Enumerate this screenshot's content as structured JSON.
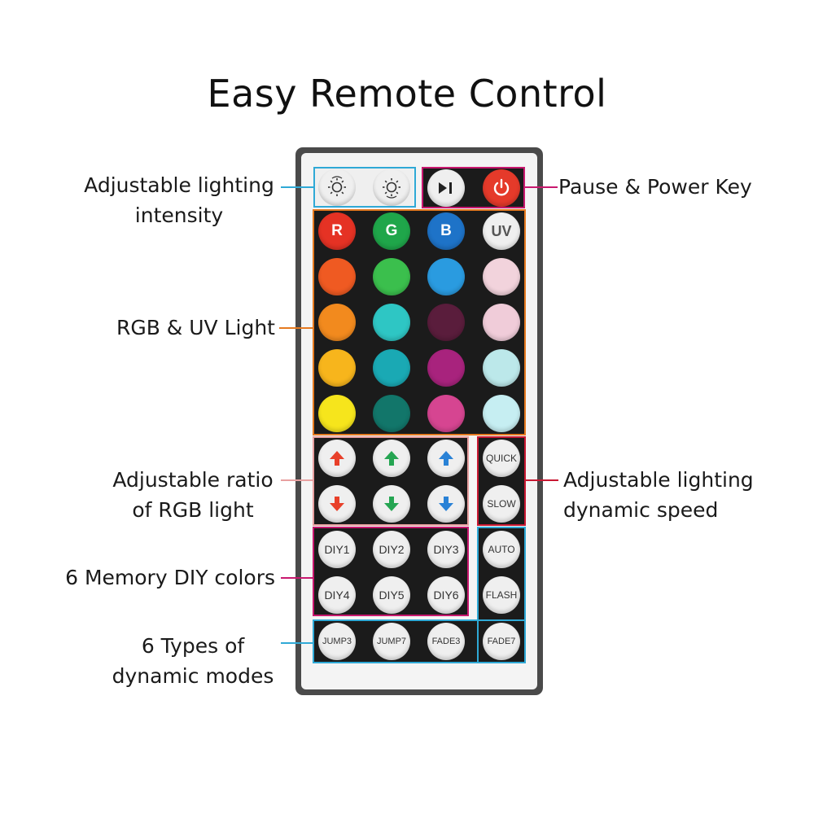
{
  "title": "Easy Remote Control",
  "labels": {
    "intensity": [
      "Adjustable lighting",
      "intensity"
    ],
    "power": "Pause & Power Key",
    "rgb_uv": "RGB & UV Light",
    "ratio": [
      "Adjustable ratio",
      "of RGB light"
    ],
    "speed": [
      "Adjustable lighting",
      "dynamic speed"
    ],
    "diy": "6 Memory DIY colors",
    "modes": [
      "6 Types of",
      "dynamic modes"
    ]
  },
  "colors": {
    "intensity_frame": "#2fa9d6",
    "power_frame": "#c8186f",
    "rgb_frame": "#e57a20",
    "ratio_frame": "#e8a0a0",
    "speed_frame": "#c81832",
    "diy_frame": "#c8186f",
    "modes_frame": "#2fa9d6",
    "modes_frame2": "#2fa9d6"
  },
  "top_buttons": [
    {
      "name": "brightness-up",
      "icon": "brightness-up-icon"
    },
    {
      "name": "brightness-down",
      "icon": "brightness-down-icon"
    },
    {
      "name": "play-pause",
      "icon": "play-pause-icon"
    },
    {
      "name": "power",
      "icon": "power-icon"
    }
  ],
  "color_rows": [
    [
      {
        "label": "R",
        "color": "#e53224"
      },
      {
        "label": "G",
        "color": "#1fa64a"
      },
      {
        "label": "B",
        "color": "#1e73c8"
      },
      {
        "label": "UV",
        "color": "#efefef"
      }
    ],
    [
      {
        "label": "",
        "color": "#ef5a22"
      },
      {
        "label": "",
        "color": "#3bbf4d"
      },
      {
        "label": "",
        "color": "#2a9be0"
      },
      {
        "label": "",
        "color": "#f2d3dc"
      }
    ],
    [
      {
        "label": "",
        "color": "#f28a1e"
      },
      {
        "label": "",
        "color": "#2ec6c4"
      },
      {
        "label": "",
        "color": "#5a1d3c"
      },
      {
        "label": "",
        "color": "#f0ccd9"
      }
    ],
    [
      {
        "label": "",
        "color": "#f7b51c"
      },
      {
        "label": "",
        "color": "#1aa9b4"
      },
      {
        "label": "",
        "color": "#a8237d"
      },
      {
        "label": "",
        "color": "#bce8ea"
      }
    ],
    [
      {
        "label": "",
        "color": "#f6e51c"
      },
      {
        "label": "",
        "color": "#12766a"
      },
      {
        "label": "",
        "color": "#d64591"
      },
      {
        "label": "",
        "color": "#c6eef2"
      }
    ]
  ],
  "ratio_buttons": [
    {
      "name": "red-up",
      "dir": "up",
      "color": "#e8402a"
    },
    {
      "name": "green-up",
      "dir": "up",
      "color": "#25a552"
    },
    {
      "name": "blue-up",
      "dir": "up",
      "color": "#2a82d6"
    },
    {
      "name": "red-down",
      "dir": "down",
      "color": "#e8402a"
    },
    {
      "name": "green-down",
      "dir": "down",
      "color": "#25a552"
    },
    {
      "name": "blue-down",
      "dir": "down",
      "color": "#2a82d6"
    }
  ],
  "speed_buttons": [
    "QUICK",
    "SLOW"
  ],
  "diy_buttons": [
    "DIY1",
    "DIY2",
    "DIY3",
    "DIY4",
    "DIY5",
    "DIY6"
  ],
  "auto_buttons": [
    "AUTO",
    "FLASH"
  ],
  "mode_buttons": [
    "JUMP3",
    "JUMP7",
    "FADE3",
    "FADE7"
  ]
}
